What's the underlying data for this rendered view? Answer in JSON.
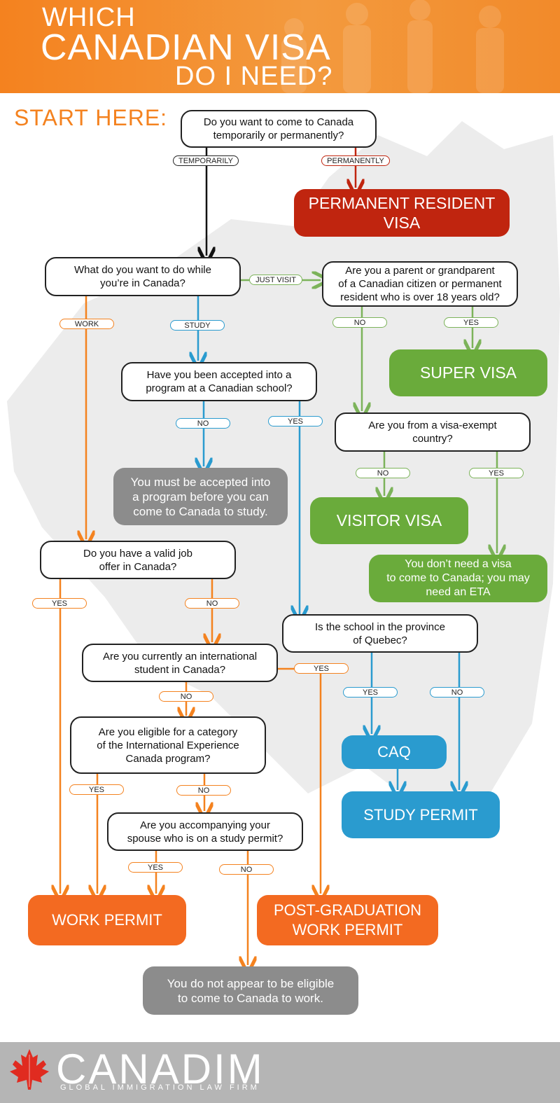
{
  "header": {
    "line1": "WHICH",
    "line2": "CANADIAN VISA",
    "line3": "DO I NEED?"
  },
  "start_label": "START HERE:",
  "colors": {
    "orange": "#f4821f",
    "red": "#c0250f",
    "green": "#6aab3b",
    "blue": "#2a9bcf",
    "gray": "#8c8c8c"
  },
  "questions": {
    "q1": [
      "Do you want to come to Canada",
      "temporarily or permanently?"
    ],
    "q2": [
      "What do you want to do while",
      "you’re in Canada?"
    ],
    "q3": [
      "Are you a parent or grandparent",
      "of a Canadian citizen or permanent",
      "resident who is over 18 years old?"
    ],
    "q4": [
      "Have you been accepted into a",
      "program at a Canadian school?"
    ],
    "q5": [
      "Are you from a visa-exempt",
      "country?"
    ],
    "q6": [
      "Do you have a valid job",
      "offer in Canada?"
    ],
    "q7": [
      "Is the school in the province",
      "of Quebec?"
    ],
    "q8": [
      "Are you currently an international",
      "student in Canada?"
    ],
    "q9": [
      "Are you eligible for a category",
      "of the International Experience",
      "Canada program?"
    ],
    "q10": [
      "Are you accompanying your",
      "spouse who is on a study permit?"
    ]
  },
  "results": {
    "permanent_resident": [
      "PERMANENT RESIDENT",
      "VISA"
    ],
    "super_visa": "SUPER VISA",
    "visitor_visa": "VISITOR VISA",
    "no_visa": [
      "You don’t need a visa",
      "to come to Canada; you may",
      "need an ETA"
    ],
    "must_be_accepted": [
      "You must be accepted into",
      "a program before you can",
      "come to Canada to study."
    ],
    "caq": "CAQ",
    "study_permit": "STUDY PERMIT",
    "work_permit": "WORK PERMIT",
    "pgwp": [
      "POST-GRADUATION",
      "WORK PERMIT"
    ],
    "not_eligible": [
      "You do not appear to be eligible",
      "to come to Canada to work."
    ]
  },
  "labels": {
    "temporarily": "TEMPORARILY",
    "permanently": "PERMANENTLY",
    "just_visit": "JUST VISIT",
    "work": "WORK",
    "study": "STUDY",
    "yes": "YES",
    "no": "NO"
  },
  "footer": {
    "brand": "CANADIM",
    "tagline": "GLOBAL IMMIGRATION LAW FIRM"
  }
}
